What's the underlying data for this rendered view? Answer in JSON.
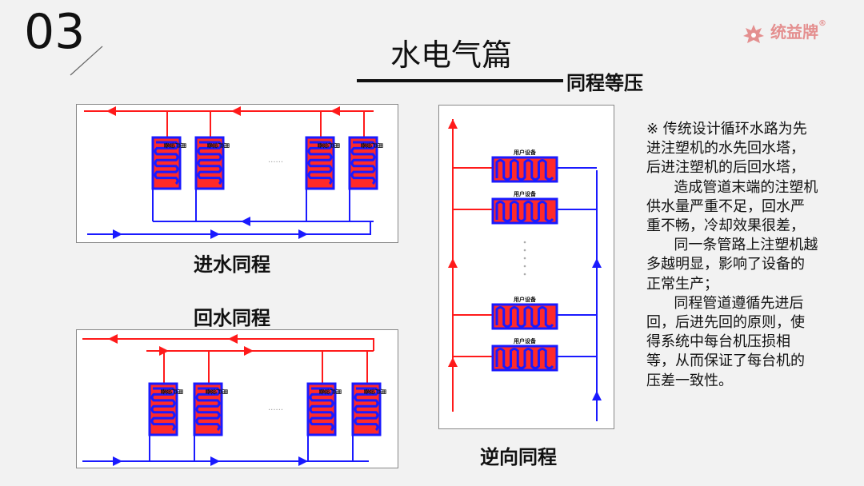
{
  "slide_number": "03",
  "page_title": "水电气篇",
  "subtitle": "同程等压",
  "logo_text": "统益牌",
  "logo_mark": "®",
  "captions": {
    "supply_same_path": "进水同程",
    "return_same_path": "回水同程",
    "reverse_same_path": "逆向同程"
  },
  "equipment_label": "用户设备",
  "ellipsis": "······",
  "description": "※ 传统设计循环水路为先进注塑机的水先回水塔，后进注塑机的后回水塔，\n      造成管道末端的注塑机供水量严重不足，回水严重不畅，冷却效果很差，\n      同一条管路上注塑机越多越明显，影响了设备的正常生产；\n      同程管道遵循先进后回，后进先回的原则，使得系统中每台机压损相等，从而保证了每台机的压差一致性。",
  "colors": {
    "supply": "#ff1a1a",
    "return": "#1a1aff",
    "unit_fill": "#ff2a2a",
    "logo": "#e48f8f"
  }
}
